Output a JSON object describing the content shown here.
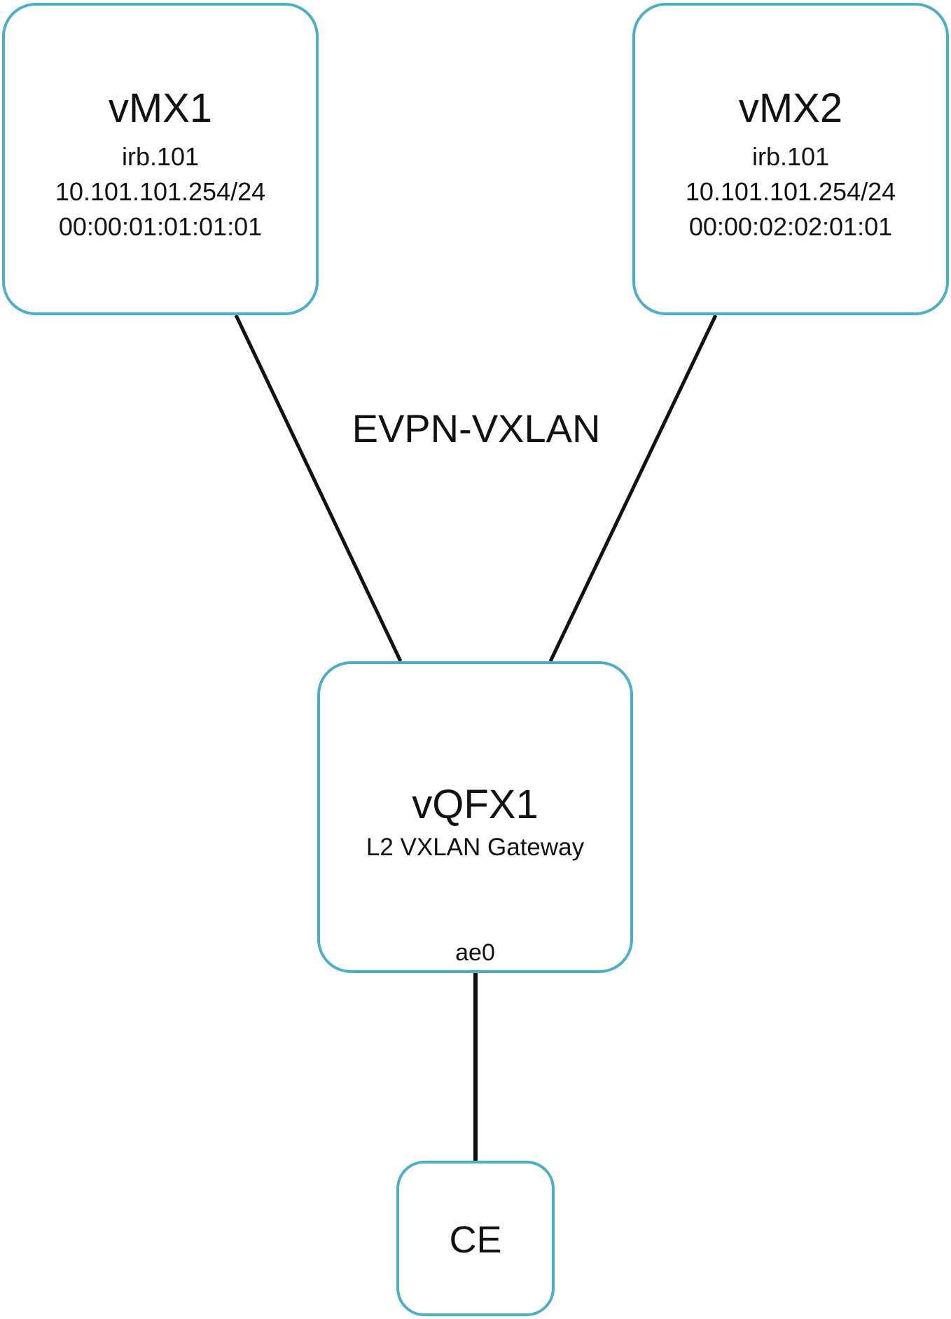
{
  "nodes": {
    "vmx1": {
      "name": "vMX1",
      "interface": "irb.101",
      "ip": "10.101.101.254/24",
      "mac": "00:00:01:01:01:01"
    },
    "vmx2": {
      "name": "vMX2",
      "interface": "irb.101",
      "ip": "10.101.101.254/24",
      "mac": "00:00:02:02:01:01"
    },
    "vqfx1": {
      "name": "vQFX1",
      "role": "L2 VXLAN Gateway",
      "port": "ae0"
    },
    "ce": {
      "name": "CE"
    }
  },
  "edges": {
    "overlay_label": "EVPN-VXLAN"
  },
  "colors": {
    "node_border": "#4eaec8",
    "link": "#111111"
  }
}
